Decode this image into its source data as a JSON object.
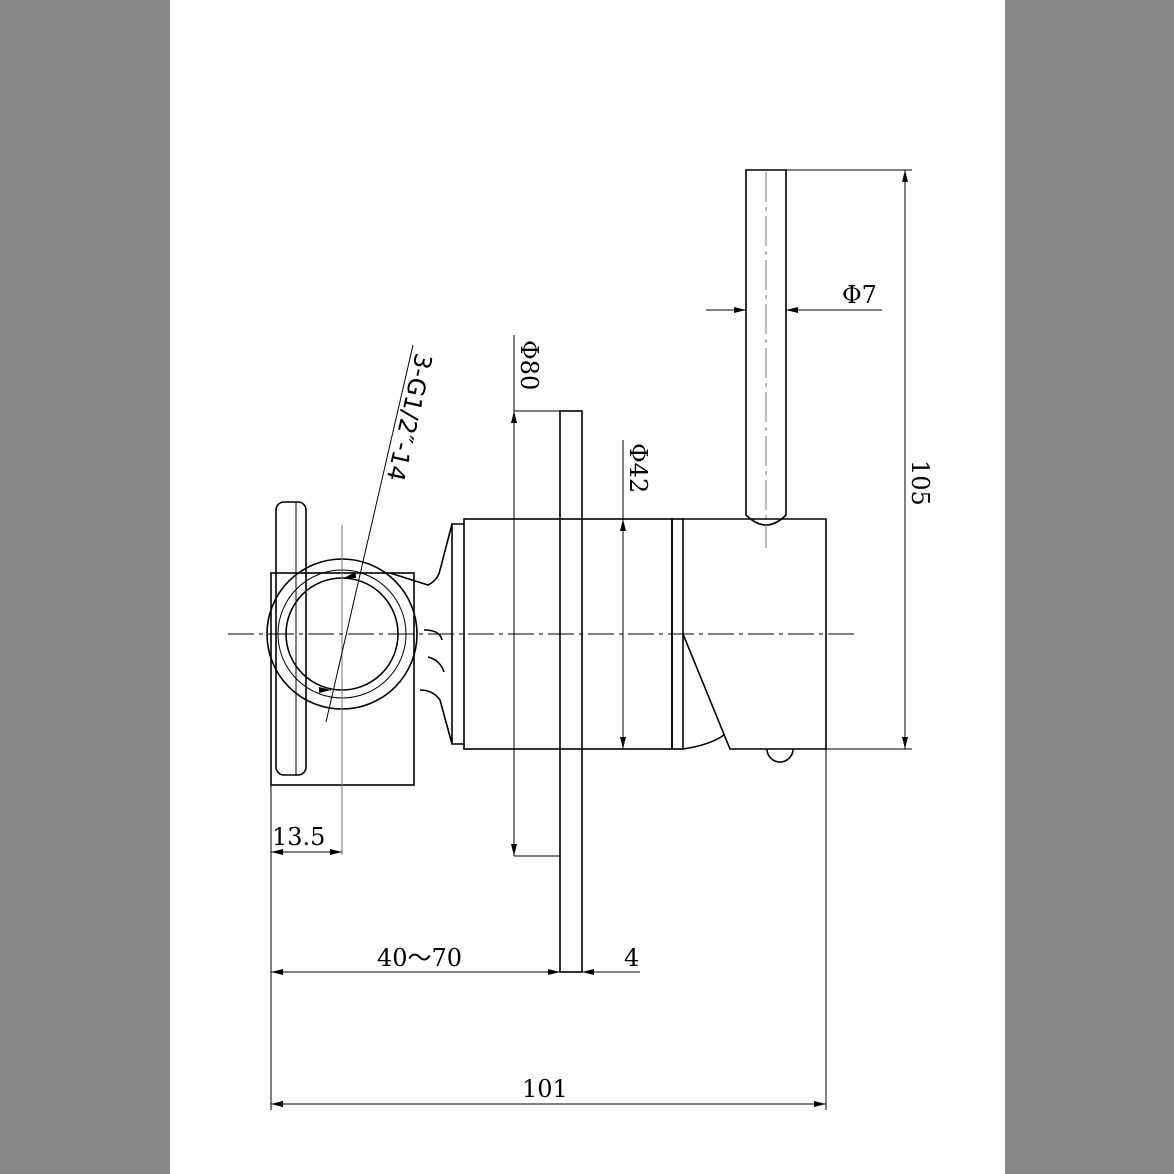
{
  "dimensions": {
    "thread": "3-G1/2″-14",
    "plate_diameter": "Φ80",
    "body_diameter": "Φ42",
    "handle_diameter": "Φ7",
    "height": "105",
    "offset": "13.5",
    "wall_depth": "40～70",
    "plate_thickness": "4",
    "overall_length": "101"
  }
}
